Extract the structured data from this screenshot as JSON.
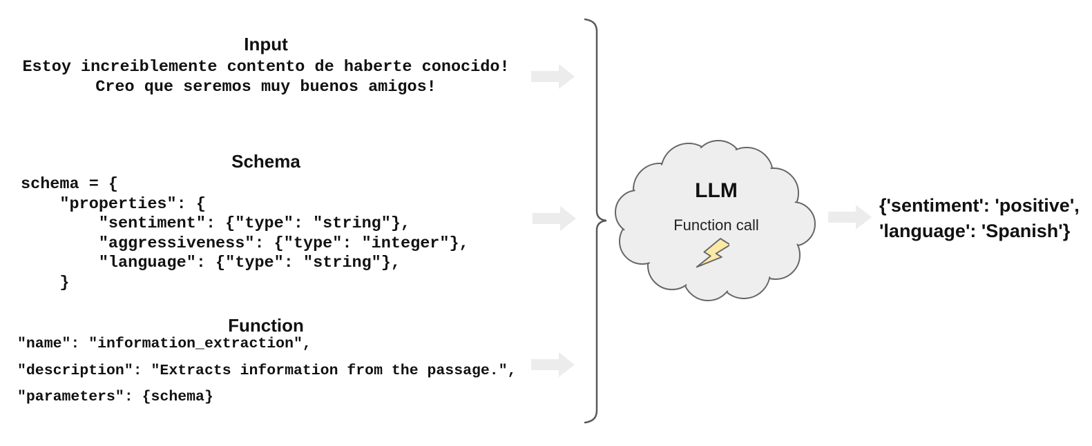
{
  "colors": {
    "background": "#ffffff",
    "arrow": "#ececec",
    "cloud_fill": "#eeeeee",
    "cloud_stroke": "#666666",
    "brace_stroke": "#595959",
    "bolt_fill": "#fbe9a6",
    "bolt_stroke": "#666666",
    "text": "#111111"
  },
  "sections": {
    "input": {
      "title": "Input",
      "text": "Estoy increiblemente contento de haberte conocido!\nCreo que seremos muy buenos amigos!"
    },
    "schema": {
      "title": "Schema",
      "code": "schema = {\n    \"properties\": {\n        \"sentiment\": {\"type\": \"string\"},\n        \"aggressiveness\": {\"type\": \"integer\"},\n        \"language\": {\"type\": \"string\"},\n    }"
    },
    "function": {
      "title": "Function",
      "code": "\"name\": \"information_extraction\",\n\n\"description\": \"Extracts information from the passage.\",\n\n\"parameters\": {schema}"
    }
  },
  "llm": {
    "title": "LLM",
    "subtitle": "Function call"
  },
  "output": {
    "text": "{'sentiment': 'positive',\n'language': 'Spanish'}"
  }
}
